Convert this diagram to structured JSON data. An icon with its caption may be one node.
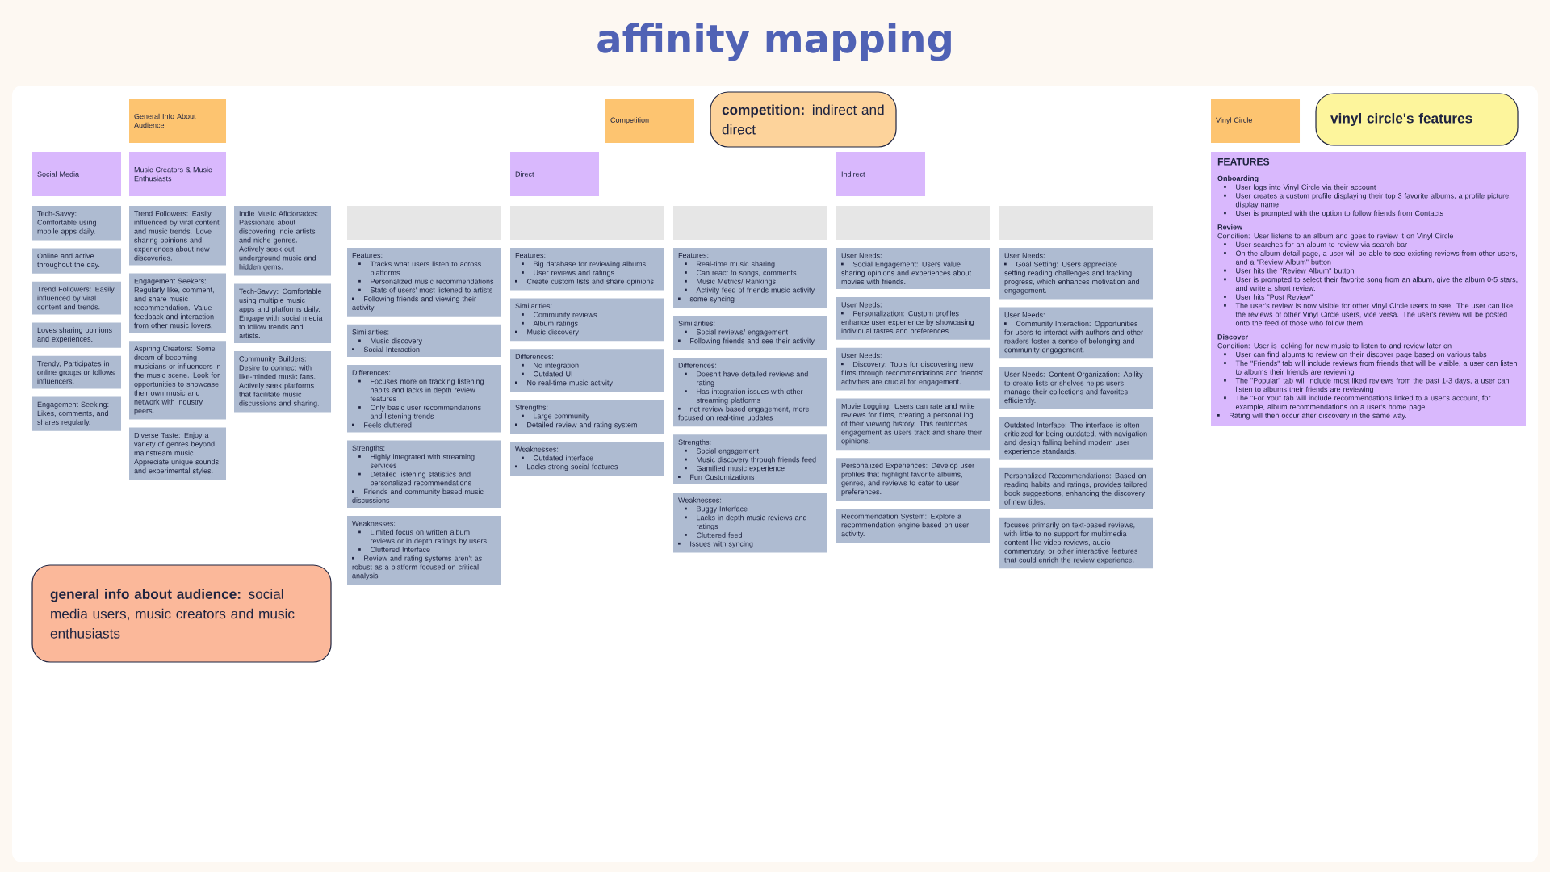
{
  "diagram": {
    "title": "affinity mapping",
    "nodes": [
      {
        "text": [
          "General Info About Audience"
        ]
      },
      {
        "text": [
          "Competition"
        ]
      },
      {
        "text": [
          "Vinyl Circle"
        ]
      },
      {
        "text": [
          "vinyl circle's features"
        ]
      },
      {
        "text": [
          "Social Media"
        ]
      },
      {
        "text": [
          "**general info about audience:** social media users, music creators and music enthusiasts"
        ]
      },
      {
        "text": [
          "Music Creators & Music Enthusiasts"
        ]
      },
      {
        "text": [
          "Direct"
        ]
      },
      {
        "text": [
          "**competition:** indirect and direct"
        ]
      },
      {
        "text": [
          "Indirect"
        ]
      },
      {
        "text": [
          "FEATURES",
          "Onboarding",
          "User logs into Vinyl Circle via their account",
          "User creates a custom profile displaying their top 3 favorite albums, a profile picture, display name",
          "User is prompted with the option to follow friends from Contacts",
          "Review",
          "Condition: User listens to an album and goes to review it on Vinyl Circle",
          "User searches for an album to review via search bar",
          "On the album detail page, a user will be able to see existing reviews from other users, and a \"Review Album\" button",
          "User hits the \"Review Album\" button",
          "User is prompted to select their favorite song from an album, give the album 0-5 stars, and write a short review.",
          "User hits \"Post Review\"",
          "The user's review is now visible for other Vinyl Circle users to see. The user can like the reviews of other Vinyl Circle users, vice versa. The user's review will be posted onto the feed of those who follow them",
          "Discover",
          "Condition: User is looking for new music to listen to and review later on",
          "User can find albums to review on their discover page based on various tabs",
          "The \"Friends\" tab will include reviews from friends that will be visible, a user can listen to albums their friends are reviewing",
          "The \"Popular\" tab will include most liked reviews from the past 1-3 days, a user can listen to albums their friends are reviewing",
          "The \"For You\" tab will include recommendations linked to a user's account, for example, album recommendations on a user's home page.",
          "Rating will then occur after discovery in the same way."
        ]
      },
      {
        "text": [
          "Tech-Savvy: Comfortable using mobile apps daily."
        ]
      },
      {
        "text": [
          "Online and active throughout the day."
        ]
      },
      {
        "text": [
          "Trend Followers: Easily influenced by viral content and trends."
        ]
      },
      {
        "text": [
          "Loves sharing opinions and experiences."
        ]
      },
      {
        "text": [
          "Trendy, Participates in online groups or follows influencers."
        ]
      },
      {
        "text": [
          "Engagement Seeking: Likes, comments, and shares regularly."
        ]
      },
      {
        "text": [
          "Trend Followers: Easily influenced by viral content and music trends. Love sharing opinions and experiences about new discoveries."
        ]
      },
      {
        "text": [
          "Engagement Seekers: Regularly like, comment, and share music recommendation. Value feedback and interaction from other music lovers."
        ]
      },
      {
        "text": [
          "Aspiring Creators: Some dream of becoming musicians or influencers in the music scene. Look for opportunities to showcase their own music and network with industry peers."
        ]
      },
      {
        "text": [
          "Diverse Taste: Enjoy a variety of genres beyond mainstream music. Appreciate unique sounds and experimental styles."
        ]
      },
      {
        "text": [
          "Indie Music Aficionados: Passionate about discovering indie artists and niche genres. Actively seek out underground music and hidden gems."
        ]
      },
      {
        "text": [
          "Tech-Savvy: Comfortable using multiple music apps and platforms daily. Engage with social media to follow trends and artists."
        ]
      },
      {
        "text": [
          "Community Builders: Desire to connect with like-minded music fans. Actively seek platforms that facilitate music discussions and sharing."
        ]
      },
      {
        "text": [],
        "shape": "box"
      },
      {
        "text": [
          "Features:",
          "Tracks what users listen to across platforms",
          "Personalized music recommendations",
          "Stats of users' most listened to artists",
          "Following friends and viewing their activity"
        ]
      },
      {
        "text": [
          "Similarities:",
          "Music discovery",
          "Social Interaction"
        ]
      },
      {
        "text": [
          "Differences:",
          "Focuses more on tracking listening habits and lacks in depth review features",
          "Only basic user recommendations and listening trends",
          "Feels cluttered"
        ]
      },
      {
        "text": [
          "Strengths:",
          "Highly integrated with streaming services",
          "Detailed listening statistics and personalized recommendations",
          "Friends and community based music discussions"
        ]
      },
      {
        "text": [
          "Weaknesses:",
          "Limited focus on written album reviews or in depth ratings by users",
          "Cluttered Interface",
          "Review and rating systems aren't as robust as a platform focused on critical analysis"
        ]
      },
      {
        "text": [],
        "shape": "box"
      },
      {
        "text": [
          "Features:",
          "Big database for reviewing albums",
          "User reviews and ratings",
          "Create custom lists and share opinions"
        ]
      },
      {
        "text": [
          "Similarities:",
          "Community reviews",
          "Album ratings",
          "Music discovery"
        ]
      },
      {
        "text": [
          "Differences:",
          "No integration",
          "Outdated UI",
          "No real-time music activity"
        ]
      },
      {
        "text": [
          "Strengths:",
          "Large community",
          "Detailed review and rating system"
        ]
      },
      {
        "text": [
          "Weaknesses:",
          "Outdated interface",
          "Lacks strong social features"
        ]
      },
      {
        "text": [],
        "shape": "box"
      },
      {
        "text": [
          "Features:",
          "Real-time music sharing",
          "Can react to songs, comments",
          "Music Metrics/ Rankings",
          "Activity feed of friends music activity",
          "some syncing"
        ]
      },
      {
        "text": [
          "Similarities:",
          "Social reviews/ engagement",
          "Following friends and see their activity"
        ]
      },
      {
        "text": [
          "Differences:",
          "Doesn't have detailed reviews and rating",
          "Has integration issues with other streaming platforms",
          "not review based engagement, more focused on real-time updates"
        ]
      },
      {
        "text": [
          "Strengths:",
          "Social engagement",
          "Music discovery through friends feed",
          "Gamified music experience",
          "Fun Customizations"
        ]
      },
      {
        "text": [
          "Weaknesses:",
          "Buggy Interface",
          "Lacks in depth music reviews and ratings",
          "Cluttered feed",
          "Issues with syncing"
        ]
      },
      {
        "text": [],
        "shape": "box"
      },
      {
        "text": [
          "User Needs:",
          "Social Engagement: Users value sharing opinions and experiences about movies with friends."
        ]
      },
      {
        "text": [
          "User Needs:",
          "Personalization: Custom profiles enhance user experience by showcasing individual tastes and preferences."
        ]
      },
      {
        "text": [
          "User Needs:",
          "Discovery: Tools for discovering new films through recommendations and friends' activities are crucial for engagement."
        ]
      },
      {
        "text": [
          "Movie Logging: Users can rate and write reviews for films, creating a personal log of their viewing history. This reinforces engagement as users track and share their opinions."
        ]
      },
      {
        "text": [
          "Personalized Experiences: Develop user profiles that highlight favorite albums, genres, and reviews to cater to user preferences."
        ]
      },
      {
        "text": [
          "Recommendation System: Explore a recommendation engine based on user activity."
        ]
      },
      {
        "text": [],
        "shape": "box"
      },
      {
        "text": [
          "User Needs:",
          "Goal Setting: Users appreciate setting reading challenges and tracking progress, which enhances motivation and engagement."
        ]
      },
      {
        "text": [
          "User Needs:",
          "Community Interaction: Opportunities for users to interact with authors and other readers foster a sense of belonging and community engagement."
        ]
      },
      {
        "text": [
          "User Needs: Content Organization: Ability to create lists or shelves helps users manage their collections and favorites efficiently."
        ]
      },
      {
        "text": [
          "Outdated Interface: The interface is often criticized for being outdated, with navigation and design falling behind modern user experience standards."
        ]
      },
      {
        "text": [
          "Personalized Recommendations: Based on reading habits and ratings, provides tailored book suggestions, enhancing the discovery of new titles."
        ]
      },
      {
        "text": [
          "focuses primarily on text-based reviews, with little to no support for multimedia content like video reviews, audio commentary, or other interactive features that could enrich the review experience."
        ]
      }
    ]
  }
}
